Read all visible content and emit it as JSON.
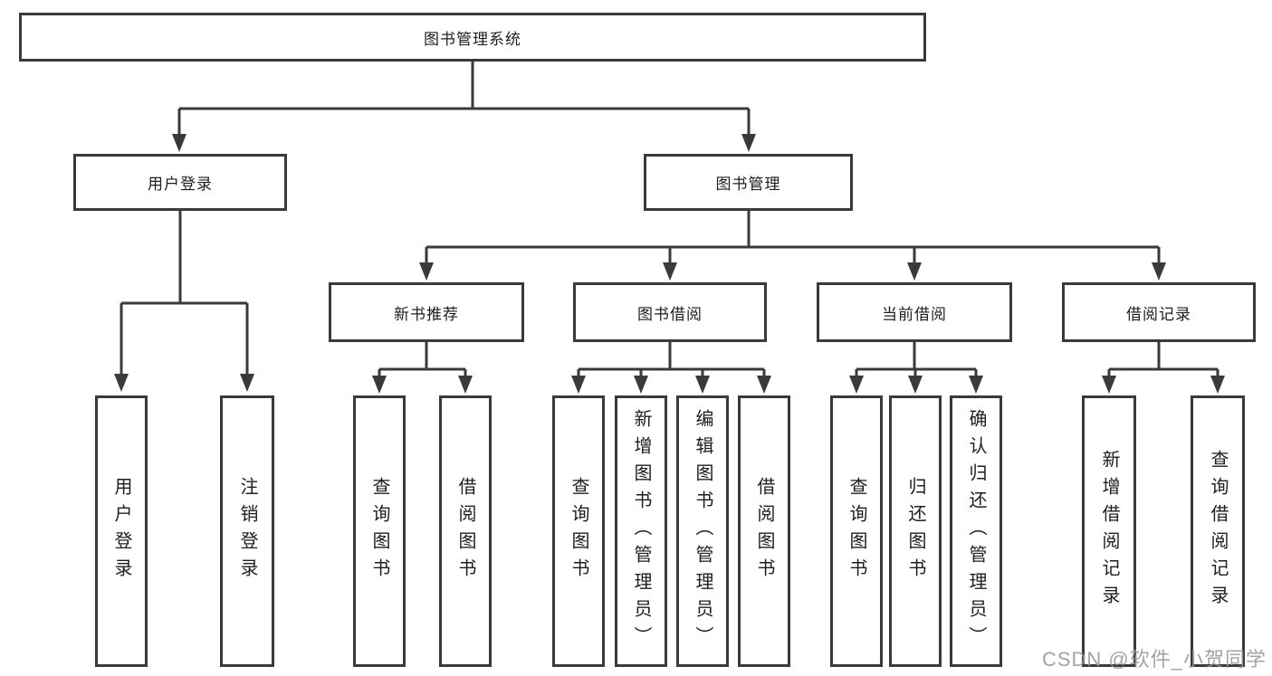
{
  "diagram": {
    "type": "hierarchy-tree",
    "tree": {
      "label": "图书管理系统",
      "children": [
        {
          "label": "用户登录",
          "children": [
            {
              "label": "用户登录"
            },
            {
              "label": "注销登录"
            }
          ]
        },
        {
          "label": "图书管理",
          "children": [
            {
              "label": "新书推荐",
              "children": [
                {
                  "label": "查询图书"
                },
                {
                  "label": "借阅图书"
                }
              ]
            },
            {
              "label": "图书借阅",
              "children": [
                {
                  "label": "查询图书"
                },
                {
                  "label": "新增图书（管理员）"
                },
                {
                  "label": "编辑图书（管理员）"
                },
                {
                  "label": "借阅图书"
                }
              ]
            },
            {
              "label": "当前借阅",
              "children": [
                {
                  "label": "查询图书"
                },
                {
                  "label": "归还图书"
                },
                {
                  "label": "确认归还（管理员）"
                }
              ]
            },
            {
              "label": "借阅记录",
              "children": [
                {
                  "label": "新增借阅记录"
                },
                {
                  "label": "查询借阅记录"
                }
              ]
            }
          ]
        }
      ]
    },
    "colors": {
      "line": "#3a3a3a",
      "box_border": "#3a3a3a",
      "box_fill": "#ffffff",
      "text": "#1e1e1e",
      "watermark": "#969696",
      "background": "#ffffff"
    }
  },
  "watermark": {
    "text": "CSDN @软件_小贺同学"
  }
}
